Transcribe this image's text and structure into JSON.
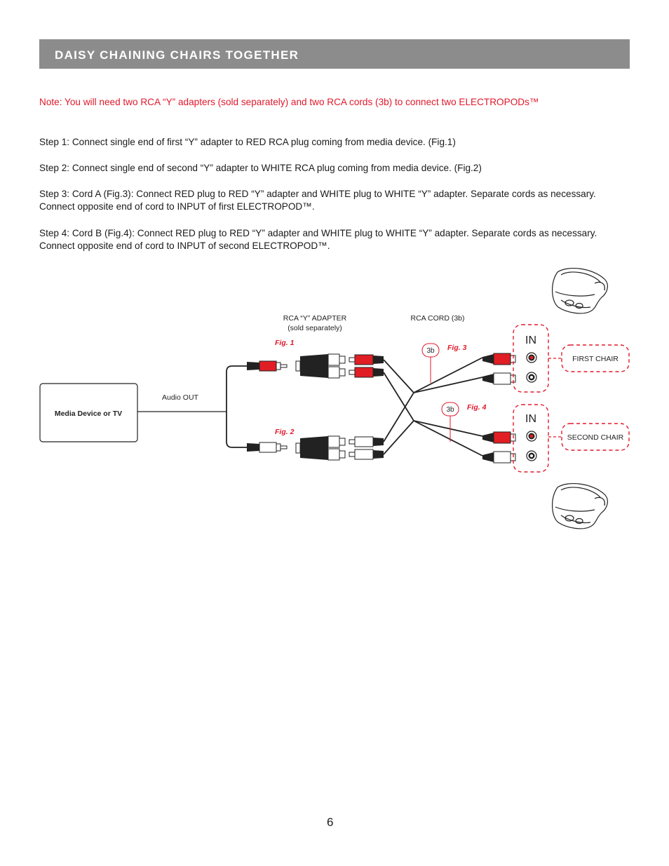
{
  "header": {
    "title": "DAISY CHAINING CHAIRS TOGETHER"
  },
  "note": "Note: You will need two RCA “Y” adapters (sold separately) and two RCA cords (3b) to connect two ELECTROPODs™",
  "steps": [
    {
      "line1": "Step 1:  Connect single end of first “Y” adapter to RED RCA plug coming from media device. (Fig.1)",
      "line2": ""
    },
    {
      "line1": "Step 2:  Connect single end of second “Y” adapter to WHITE RCA plug coming from media device. (Fig.2)",
      "line2": ""
    },
    {
      "line1": "Step 3:  Cord A (Fig.3):  Connect RED plug to RED “Y” adapter and WHITE plug to WHITE “Y” adapter. Separate cords as necessary.",
      "line2": "Connect opposite end of cord to INPUT of first ELECTROPOD™."
    },
    {
      "line1": "Step 4:  Cord B (Fig.4):  Connect RED plug to RED “Y” adapter and WHITE plug to WHITE “Y” adapter. Separate cords as necessary.",
      "line2": "Connect opposite end of cord to INPUT of second ELECTROPOD™."
    }
  ],
  "diagram": {
    "media_device": "Media Device or TV",
    "audio_out": "Audio OUT",
    "adapter_label_1": "RCA “Y” ADAPTER",
    "adapter_label_2": "(sold separately)",
    "cord_label": "RCA CORD (3b)",
    "fig1": "Fig. 1",
    "fig2": "Fig. 2",
    "fig3": "Fig. 3",
    "fig4": "Fig. 4",
    "cord_tag": "3b",
    "input_label": "IN",
    "first_chair": "FIRST CHAIR",
    "second_chair": "SECOND CHAIR"
  },
  "colors": {
    "header_bg": "#8c8c8c",
    "accent_red": "#e0192b",
    "plug_red": "#e01e24"
  },
  "page_number": "6"
}
